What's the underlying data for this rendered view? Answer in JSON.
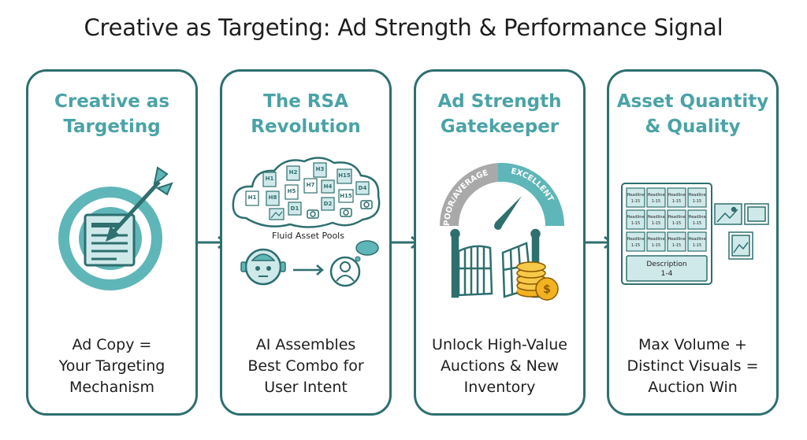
{
  "title": "Creative as Targeting: Ad Strength & Performance Signal",
  "colors": {
    "border": "#2e6f6f",
    "heading": "#4aa3a6",
    "teal": "#5fb6b8",
    "light": "#cfe9ea",
    "gold": "#f2b221",
    "gray": "#a9a9a9"
  },
  "cards": [
    {
      "heading_line1": "Creative as",
      "heading_line2": "Targeting",
      "caption_line1": "Ad Copy =",
      "caption_line2": "Your Targeting",
      "caption_line3": "Mechanism",
      "icons": [
        "target-icon",
        "arrow-icon",
        "document-icon"
      ]
    },
    {
      "heading_line1": "The RSA",
      "heading_line2": "Revolution",
      "caption_line1": "AI Assembles",
      "caption_line2": "Best Combo for",
      "caption_line3": "User Intent",
      "pool_label": "Fluid Asset Pools",
      "assets": [
        "H1",
        "H2",
        "H3",
        "H15",
        "H4",
        "D4",
        "H1",
        "H8",
        "H5",
        "H7",
        "H15",
        "D1",
        "D2"
      ],
      "icons": [
        "cloud-icon",
        "robot-icon",
        "user-icon",
        "thought-bubble-icon"
      ]
    },
    {
      "heading_line1": "Ad Strength",
      "heading_line2": "Gatekeeper",
      "caption_line1": "Unlock High-Value",
      "caption_line2": "Auctions & New",
      "caption_line3": "Inventory",
      "gauge_low": "POOR/AVERAGE",
      "gauge_high": "EXCELLENT",
      "icons": [
        "gauge-icon",
        "gate-icon",
        "coins-icon"
      ]
    },
    {
      "heading_line1": "Asset Quantity",
      "heading_line2": "& Quality",
      "caption_line1": "Max Volume +",
      "caption_line2": "Distinct Visuals =",
      "caption_line3": "Auction Win",
      "tile_title": "Headline",
      "tile_range": "1-15",
      "description_title": "Description",
      "description_range": "1-4",
      "icons": [
        "image-icon"
      ]
    }
  ]
}
